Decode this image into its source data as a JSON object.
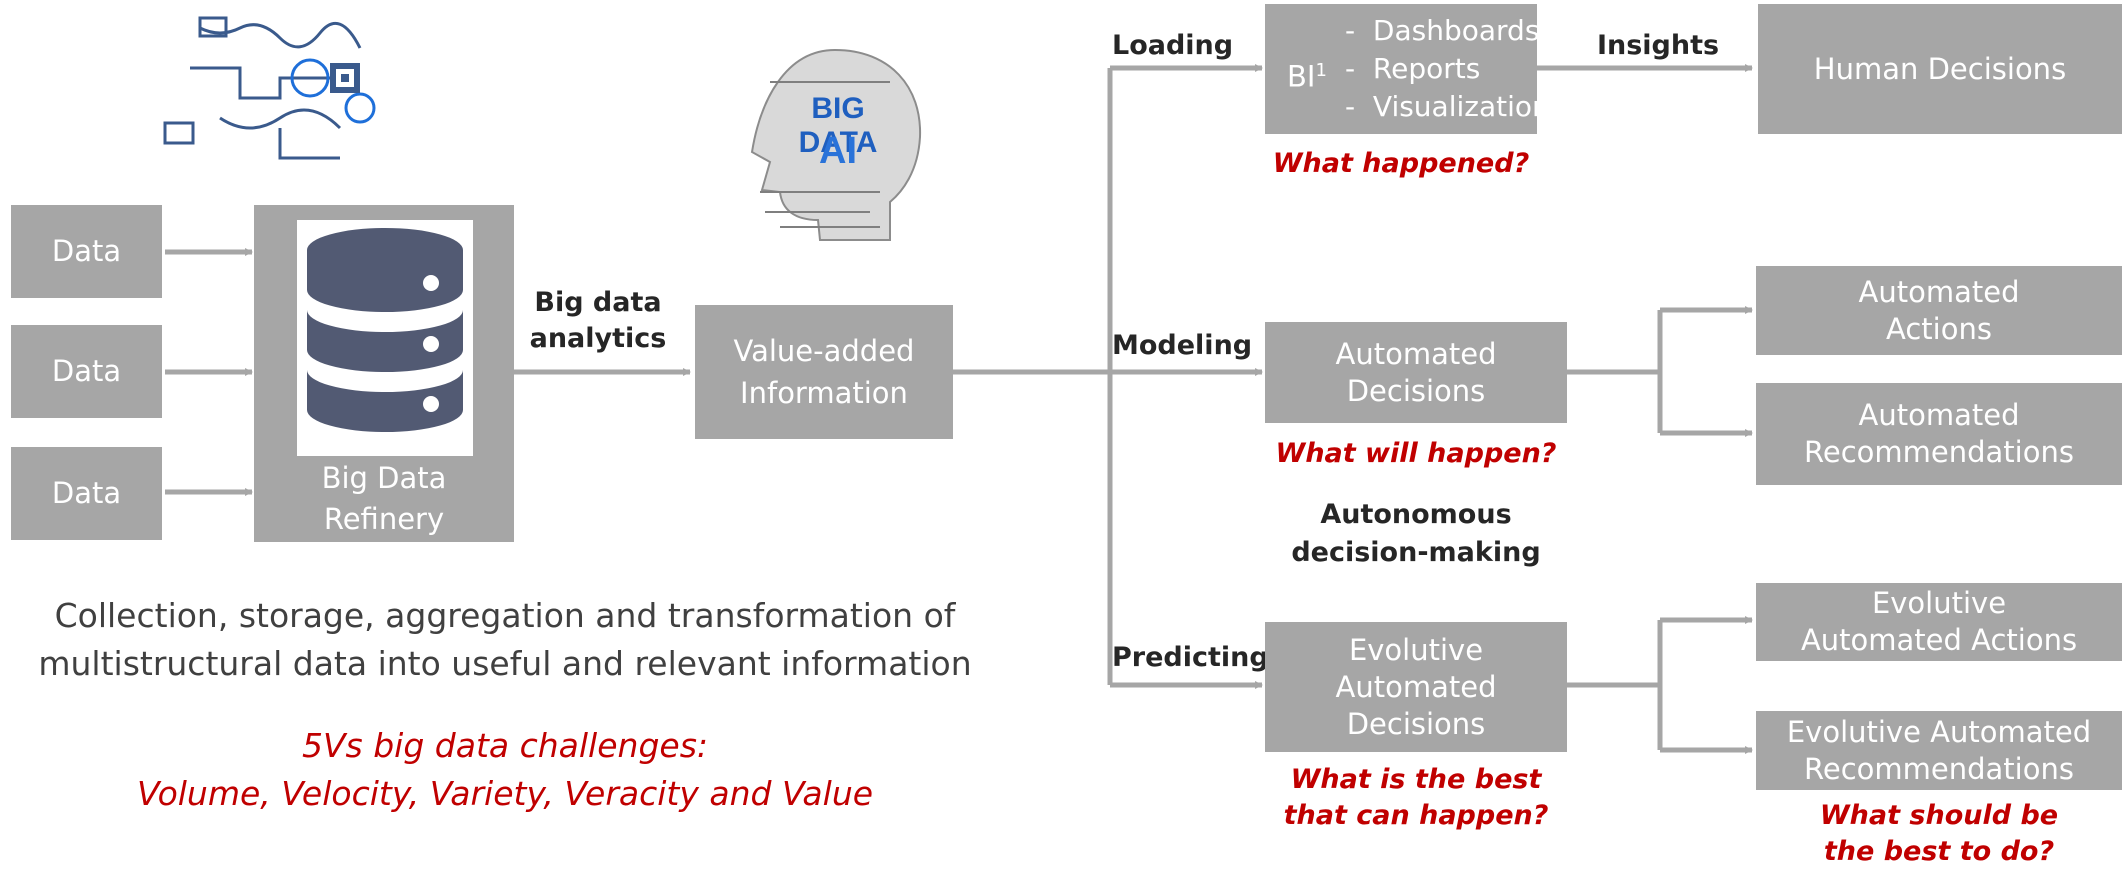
{
  "inputs": [
    "Data",
    "Data",
    "Data"
  ],
  "refinery_label": "Big Data\nRefinery",
  "big_data_analytics_label": "Big data\nanalytics",
  "value_added_label": "Value-added\nInformation",
  "brain_image_text": {
    "line1": "BIG DATA",
    "line2": "AI"
  },
  "branches": {
    "loading": {
      "edge_label": "Loading",
      "bi_prefix": "BI",
      "bi_sup": "1",
      "bi_items": [
        "-  Dashboards",
        "-  Reports",
        "-  Visualization"
      ],
      "question": "What happened?",
      "insights_label": "Insights",
      "human_decisions": "Human Decisions"
    },
    "modeling": {
      "edge_label": "Modeling",
      "box": "Automated\nDecisions",
      "question": "What will happen?",
      "out_actions": "Automated\nActions",
      "out_recommendations": "Automated\nRecommendations"
    },
    "autonomous_label": "Autonomous\ndecision-making",
    "predicting": {
      "edge_label": "Predicting",
      "box": "Evolutive\nAutomated\nDecisions",
      "question": "What is the best\nthat can happen?",
      "out_actions": "Evolutive\nAutomated Actions",
      "out_recommendations": "Evolutive Automated\nRecommendations",
      "out_question": "What should be\nthe best to do?"
    }
  },
  "caption": "Collection, storage, aggregation and transformation of\nmultistructural data into useful and relevant information",
  "challenges": "5Vs big data challenges:\nVolume, Velocity, Variety, Veracity and Value",
  "colors": {
    "box": "#a6a6a6",
    "line": "#a6a6a6",
    "question": "#c00000",
    "db": "#525a73"
  }
}
